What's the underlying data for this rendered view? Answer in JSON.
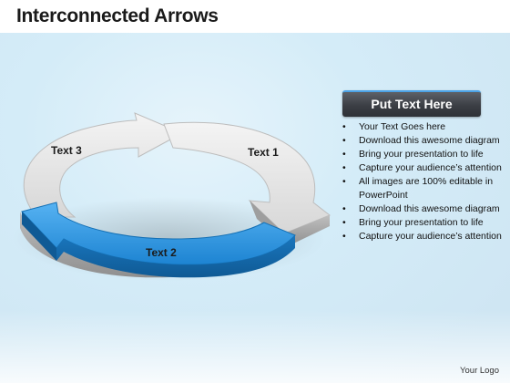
{
  "slide": {
    "title": "Interconnected Arrows",
    "footer": "Your Logo"
  },
  "diagram": {
    "labels": {
      "text1": "Text 1",
      "text2": "Text 2",
      "text3": "Text 3"
    },
    "colors": {
      "highlight_arrow": "#1e88d8",
      "gray_arrow": "#d9d9d9"
    }
  },
  "panel": {
    "header": "Put Text Here",
    "bullets": [
      "Your Text Goes here",
      "Download this awesome diagram",
      "Bring your presentation to life",
      "Capture your audience’s attention",
      "All images are 100% editable in PowerPoint",
      "Download this awesome diagram",
      "Bring your presentation to life",
      "Capture your audience’s attention"
    ]
  }
}
